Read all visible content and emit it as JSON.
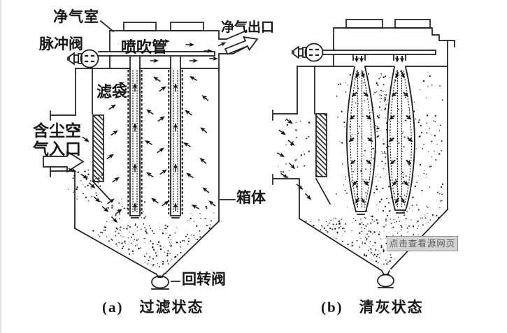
{
  "page": {
    "background": "#ffffff",
    "ink": "#1c1c1c"
  },
  "diagram_a": {
    "caption": "(a)　过滤状态",
    "labels": {
      "clean_air_chamber": "净气室",
      "pulse_valve": "脉冲阀",
      "blow_pipe": "喷吹管",
      "clean_air_outlet": "净气出口",
      "filter_bag": "滤袋",
      "dusty_air_inlet_line1": "含尘空",
      "dusty_air_inlet_line2": "气入口",
      "casing": "箱体",
      "rotary_valve": "回转阀"
    }
  },
  "diagram_b": {
    "caption": "(b)　清灰状态"
  },
  "watermark": {
    "text": "点击查看源网页",
    "background": "#d2d2d2",
    "border": "#8c8c8c",
    "text_color": "#5c5c5c"
  }
}
